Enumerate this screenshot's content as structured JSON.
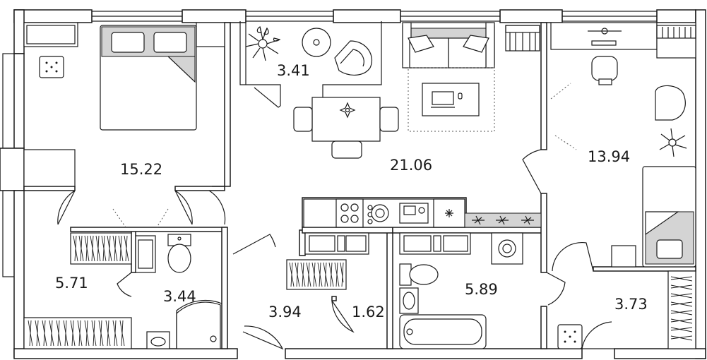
{
  "plan": {
    "rooms": [
      {
        "id": "bedroom-1",
        "area": "15.22"
      },
      {
        "id": "balcony",
        "area": "3.41"
      },
      {
        "id": "living-kitchen",
        "area": "21.06"
      },
      {
        "id": "bedroom-2",
        "area": "13.94"
      },
      {
        "id": "hall-left",
        "area": "5.71"
      },
      {
        "id": "bathroom-1",
        "area": "3.44"
      },
      {
        "id": "corridor",
        "area": "3.94"
      },
      {
        "id": "closet",
        "area": "1.62"
      },
      {
        "id": "bathroom-2",
        "area": "5.89"
      },
      {
        "id": "hall-right",
        "area": "3.73"
      }
    ]
  }
}
